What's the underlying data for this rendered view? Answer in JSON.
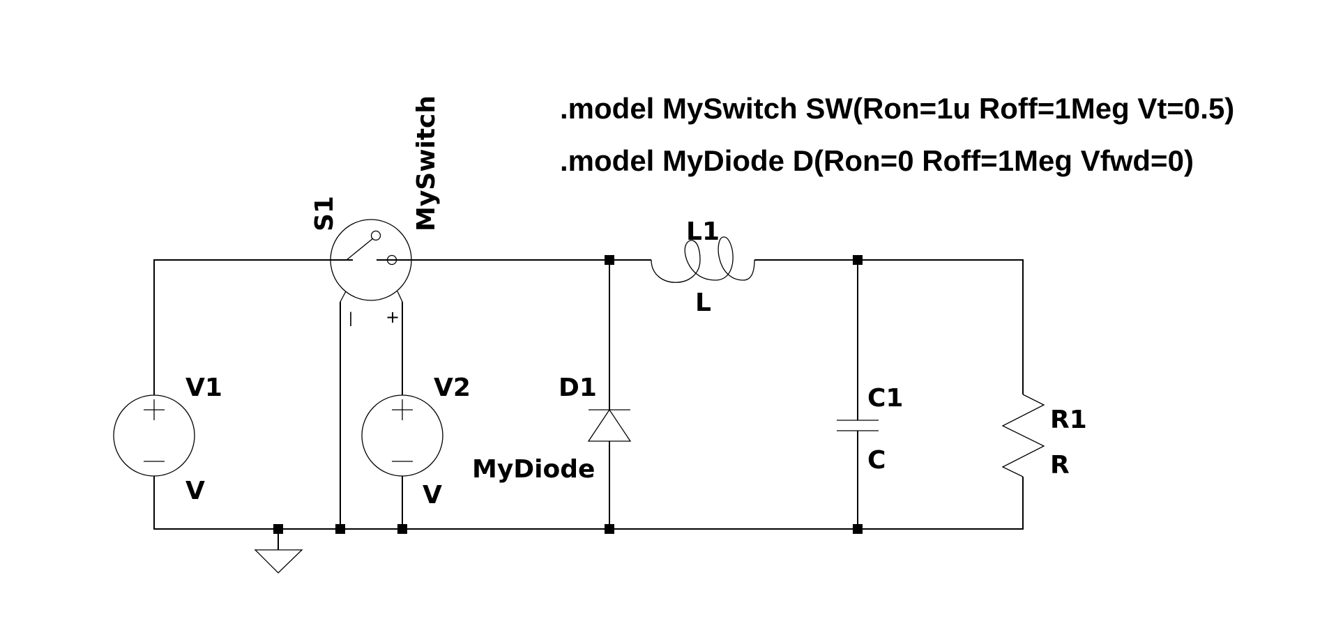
{
  "schematic": {
    "background": "#ffffff",
    "stroke_color": "#000000",
    "directives": [
      ".model MySwitch SW(Ron=1u Roff=1Meg Vt=0.5)",
      ".model MyDiode D(Ron=0 Roff=1Meg Vfwd=0)"
    ],
    "components": {
      "switch": {
        "ref": "S1",
        "model": "MySwitch",
        "ctrl_minus": "|",
        "ctrl_plus": "+"
      },
      "v1": {
        "ref": "V1",
        "value": "V"
      },
      "v2": {
        "ref": "V2",
        "value": "V"
      },
      "diode": {
        "ref": "D1",
        "model": "MyDiode"
      },
      "inductor": {
        "ref": "L1",
        "value": "L"
      },
      "capacitor": {
        "ref": "C1",
        "value": "C"
      },
      "resistor": {
        "ref": "R1",
        "value": "R"
      },
      "ground": {
        "type": "ground"
      }
    }
  }
}
